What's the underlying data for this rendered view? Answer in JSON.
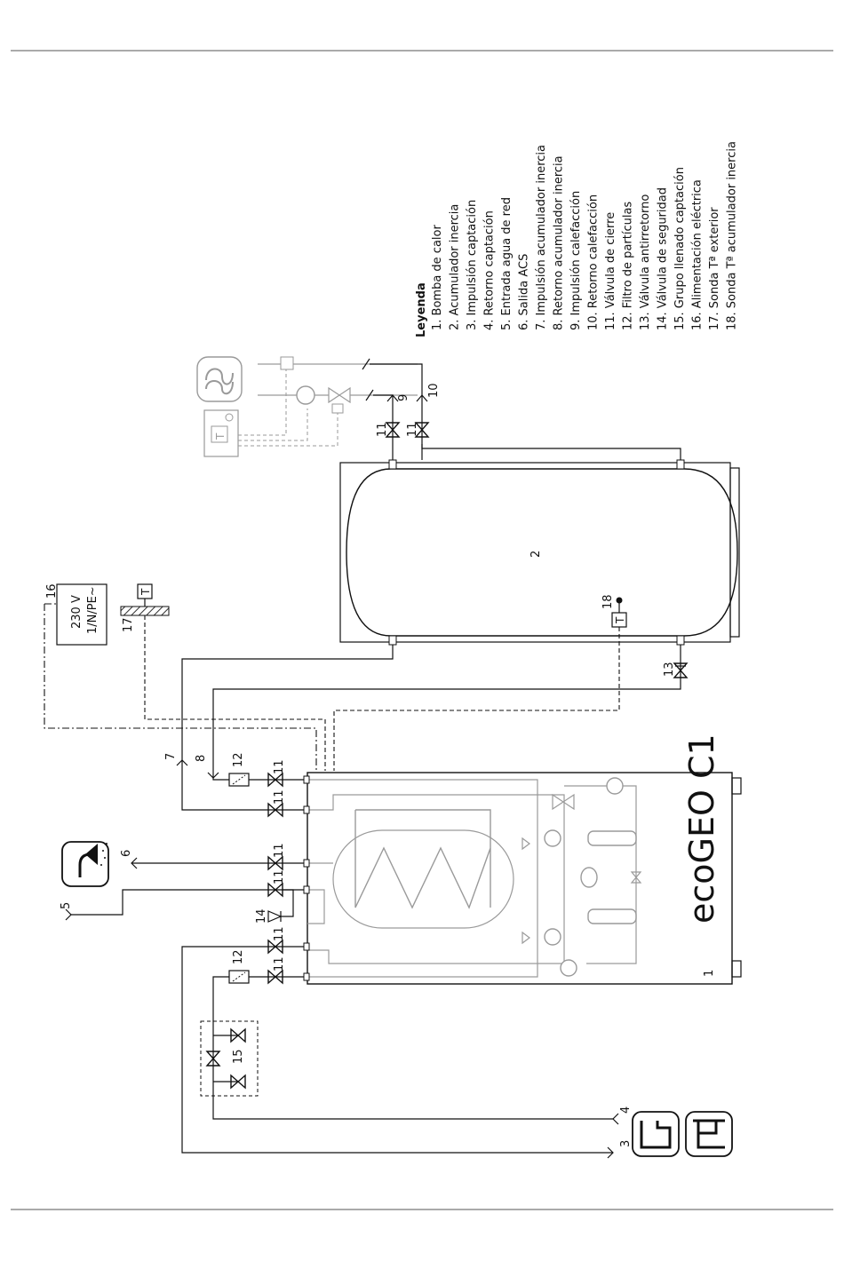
{
  "legend": {
    "title": "Leyenda",
    "items": [
      "1. Bomba de calor",
      "2. Acumulador inercia",
      "3. Impulsión captación",
      "4. Retorno captación",
      "5. Entrada agua de red",
      "6. Salida ACS",
      "7. Impulsión acumulador inercia",
      "8. Retorno acumulador inercia",
      "9. Impulsión calefacción",
      "10. Retorno calefacción",
      "11. Válvula de cierre",
      "12. Filtro de partículas",
      "13. Válvula antirretorno",
      "14. Válvula de seguridad",
      "15. Grupo llenado captación",
      "16. Alimentación eléctrica",
      "17. Sonda Tª exterior",
      "18. Sonda Tª acumulador inercia"
    ]
  },
  "unit": {
    "model": "ecoGEO C1",
    "number": "1"
  },
  "tank": {
    "number": "2"
  },
  "power": {
    "line1": "230 V",
    "line2": "1/N/PE~",
    "number": "16"
  },
  "sensor_outdoor": {
    "number": "17",
    "symbol": "T"
  },
  "sensor_tank": {
    "number": "18",
    "symbol": "T"
  },
  "sensor_room": {
    "symbol": "T"
  },
  "filling_group": {
    "number": "15"
  },
  "labels": {
    "n3": "3",
    "n4": "4",
    "n5": "5",
    "n6": "6",
    "n7": "7",
    "n8": "8",
    "n9": "9",
    "n10": "10",
    "n11": "11",
    "n12": "12",
    "n13": "13",
    "n14": "14"
  },
  "colors": {
    "line": "#111111",
    "internal": "#9a9a9a",
    "hatch": "#333333"
  }
}
